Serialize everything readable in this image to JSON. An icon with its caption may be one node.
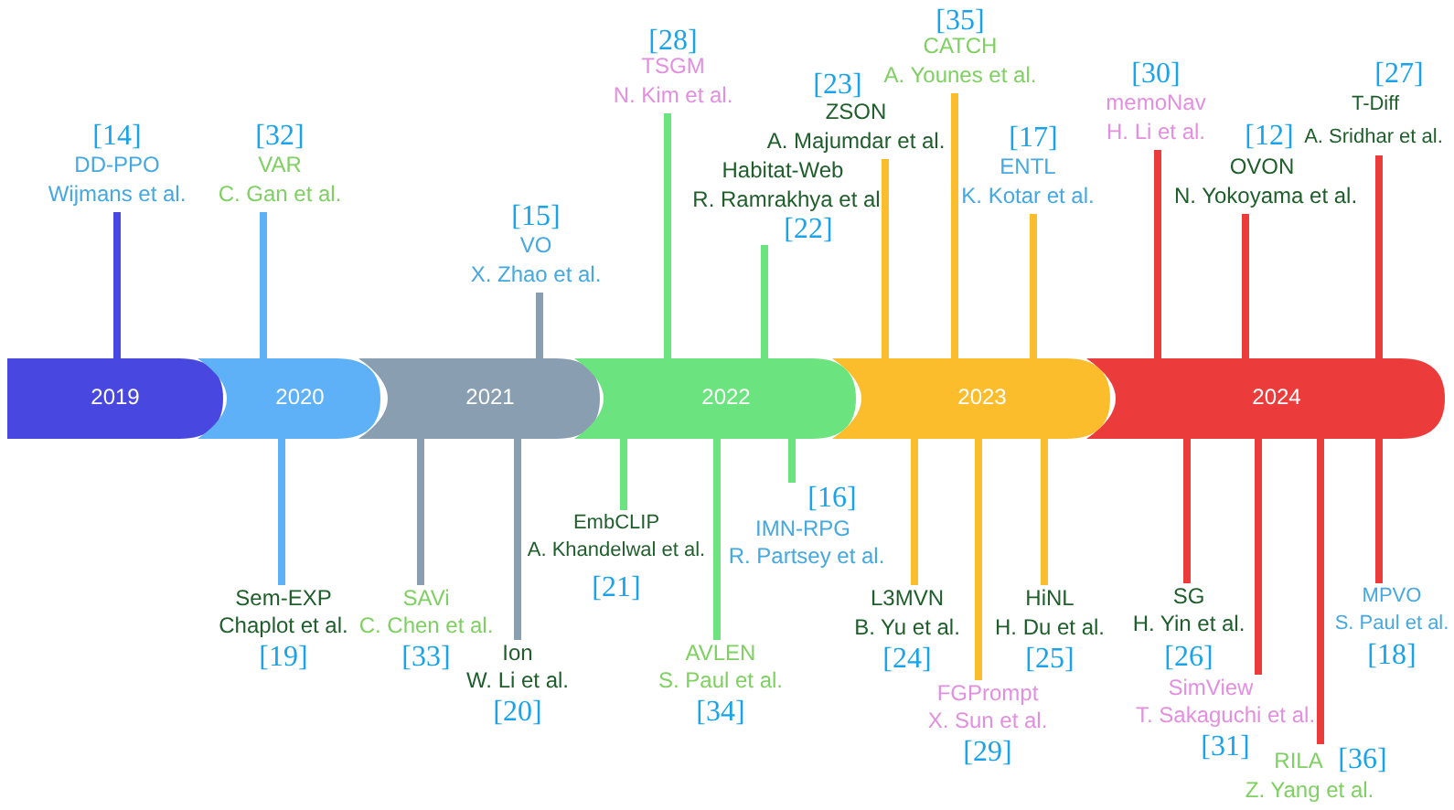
{
  "diagram": {
    "nodes": [
      {
        "text": [
          "[14]",
          "DD-PPO",
          "Wijmans et al."
        ]
      },
      {
        "text": [
          "[32]",
          "VAR",
          "C. Gan et al."
        ]
      },
      {
        "text": [
          "[15]",
          "VO",
          "X. Zhao et al."
        ]
      },
      {
        "text": [
          "[28]",
          "TSGM",
          "N. Kim et al."
        ]
      },
      {
        "text": [
          "Habitat-Web",
          "R. Ramrakhya et al",
          "[22]"
        ]
      },
      {
        "text": [
          "[23]",
          "ZSON",
          "A. Majumdar et al."
        ]
      },
      {
        "text": [
          "[35]",
          "CATCH",
          "A. Younes et al."
        ]
      },
      {
        "text": [
          "[17]",
          "ENTL",
          "K. Kotar et al."
        ]
      },
      {
        "text": [
          "[30]",
          "memoNav",
          "H. Li et al."
        ]
      },
      {
        "text": [
          "[12]",
          "OVON",
          "N. Yokoyama et al."
        ]
      },
      {
        "text": [
          "[27]",
          "T-Diff",
          "A. Sridhar et al."
        ]
      },
      {
        "text": [
          "2019"
        ]
      },
      {
        "text": [
          "2020"
        ]
      },
      {
        "text": [
          "2021"
        ]
      },
      {
        "text": [
          "2022"
        ]
      },
      {
        "text": [
          "2023"
        ]
      },
      {
        "text": [
          "2024"
        ]
      },
      {
        "text": [
          "Sem-EXP",
          "Chaplot et al.",
          "[19]"
        ]
      },
      {
        "text": [
          "SAVi",
          "C. Chen et al.",
          "[33]"
        ]
      },
      {
        "text": [
          "Ion",
          "W. Li et al.",
          "[20]"
        ]
      },
      {
        "text": [
          "EmbCLIP",
          "A. Khandelwal et al.",
          "[21]"
        ]
      },
      {
        "text": [
          "AVLEN",
          "S. Paul et al.",
          "[34]"
        ]
      },
      {
        "text": [
          "[16]",
          "IMN-RPG",
          "R. Partsey et al."
        ]
      },
      {
        "text": [
          "L3MVN",
          "B. Yu et al.",
          "[24]"
        ]
      },
      {
        "text": [
          "FGPrompt",
          "X. Sun et al.",
          "[29]"
        ]
      },
      {
        "text": [
          "HiNL",
          "H. Du et al.",
          "[25]"
        ]
      },
      {
        "text": [
          "SG",
          "H. Yin et al.",
          "[26]"
        ]
      },
      {
        "text": [
          "SimView",
          "T. Sakaguchi et al.",
          "[31]"
        ]
      },
      {
        "text": [
          "RILA",
          "[36]",
          "Z. Yang et al."
        ]
      },
      {
        "text": [
          "MPVO",
          "S. Paul et al.",
          "[18]"
        ]
      }
    ],
    "edges": [
      {
        "from": 0,
        "to": 11,
        "arrow": "none",
        "color": "#4848e0"
      },
      {
        "from": 1,
        "to": 12,
        "arrow": "none",
        "color": "#5eb1f7"
      },
      {
        "from": 2,
        "to": 13,
        "arrow": "none",
        "color": "#8a9eb2"
      },
      {
        "from": 3,
        "to": 14,
        "arrow": "none",
        "color": "#6be37e"
      },
      {
        "from": 4,
        "to": 14,
        "arrow": "none",
        "color": "#6be37e"
      },
      {
        "from": 5,
        "to": 15,
        "arrow": "none",
        "color": "#fbbd2b"
      },
      {
        "from": 6,
        "to": 15,
        "arrow": "none",
        "color": "#fbbd2b"
      },
      {
        "from": 7,
        "to": 15,
        "arrow": "none",
        "color": "#fbbd2b"
      },
      {
        "from": 8,
        "to": 16,
        "arrow": "none",
        "color": "#eb3b3b"
      },
      {
        "from": 9,
        "to": 16,
        "arrow": "none",
        "color": "#eb3b3b"
      },
      {
        "from": 10,
        "to": 16,
        "arrow": "none",
        "color": "#eb3b3b"
      },
      {
        "from": 17,
        "to": 12,
        "arrow": "none",
        "color": "#5eb1f7"
      },
      {
        "from": 18,
        "to": 13,
        "arrow": "none",
        "color": "#8a9eb2"
      },
      {
        "from": 19,
        "to": 13,
        "arrow": "none",
        "color": "#8a9eb2"
      },
      {
        "from": 20,
        "to": 14,
        "arrow": "none",
        "color": "#6be37e"
      },
      {
        "from": 21,
        "to": 14,
        "arrow": "none",
        "color": "#6be37e"
      },
      {
        "from": 22,
        "to": 14,
        "arrow": "none",
        "color": "#6be37e"
      },
      {
        "from": 23,
        "to": 15,
        "arrow": "none",
        "color": "#fbbd2b"
      },
      {
        "from": 24,
        "to": 15,
        "arrow": "none",
        "color": "#fbbd2b"
      },
      {
        "from": 25,
        "to": 15,
        "arrow": "none",
        "color": "#fbbd2b"
      },
      {
        "from": 26,
        "to": 16,
        "arrow": "none",
        "color": "#eb3b3b"
      },
      {
        "from": 27,
        "to": 16,
        "arrow": "none",
        "color": "#eb3b3b"
      },
      {
        "from": 28,
        "to": 16,
        "arrow": "none",
        "color": "#eb3b3b"
      },
      {
        "from": 29,
        "to": 16,
        "arrow": "none",
        "color": "#eb3b3b"
      }
    ]
  }
}
